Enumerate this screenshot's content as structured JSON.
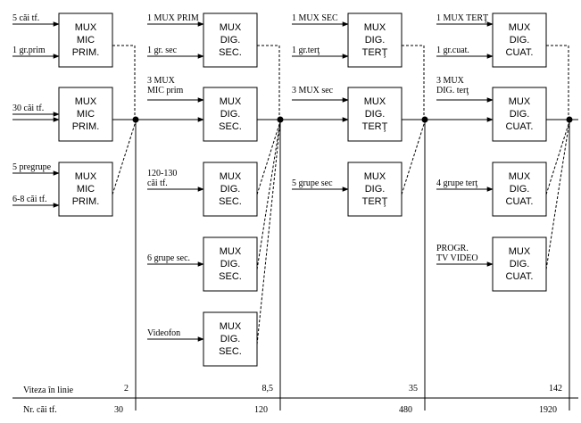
{
  "stages": [
    {
      "id": "stage-1",
      "column_number": "30",
      "speed": "2",
      "boxes": [
        {
          "line1": "MUX",
          "line2": "MIC",
          "line3": "PRIM.",
          "inputs": [
            "5 căi tf.",
            "1 gr.prim"
          ]
        },
        {
          "line1": "MUX",
          "line2": "MIC",
          "line3": "PRIM.",
          "inputs": [
            "30 căi tf."
          ]
        },
        {
          "line1": "MUX",
          "line2": "MIC",
          "line3": "PRIM.",
          "inputs": [
            "5 pregrupe",
            "6-8 căi tf."
          ]
        }
      ]
    },
    {
      "id": "stage-2",
      "column_number": "120",
      "speed": "8,5",
      "boxes": [
        {
          "line1": "MUX",
          "line2": "DIG.",
          "line3": "SEC.",
          "inputs": [
            "1 MUX PRIM",
            "1 gr. sec"
          ]
        },
        {
          "line1": "MUX",
          "line2": "DIG.",
          "line3": "SEC.",
          "inputs": [
            "3 MUX\nMIC prim"
          ]
        },
        {
          "line1": "MUX",
          "line2": "DIG.",
          "line3": "SEC.",
          "inputs": [
            "120-130\ncăi tf."
          ]
        },
        {
          "line1": "MUX",
          "line2": "DIG.",
          "line3": "SEC.",
          "inputs": [
            "6 grupe sec."
          ]
        },
        {
          "line1": "MUX",
          "line2": "DIG.",
          "line3": "SEC.",
          "inputs": [
            "Videofon"
          ]
        }
      ]
    },
    {
      "id": "stage-3",
      "column_number": "480",
      "speed": "35",
      "boxes": [
        {
          "line1": "MUX",
          "line2": "DIG.",
          "line3": "TERŢ",
          "inputs": [
            "1 MUX SEC",
            "1 gr.terţ"
          ]
        },
        {
          "line1": "MUX",
          "line2": "DIG.",
          "line3": "TERŢ",
          "inputs": [
            "3 MUX sec"
          ]
        },
        {
          "line1": "MUX",
          "line2": "DIG.",
          "line3": "TERŢ",
          "inputs": [
            "5 grupe sec"
          ]
        }
      ]
    },
    {
      "id": "stage-4",
      "column_number": "1920",
      "speed": "142",
      "boxes": [
        {
          "line1": "MUX",
          "line2": "DIG.",
          "line3": "CUAT.",
          "inputs": [
            "1 MUX TERŢ",
            "1 gr.cuat."
          ]
        },
        {
          "line1": "MUX",
          "line2": "DIG.",
          "line3": "CUAT.",
          "inputs": [
            "3 MUX\nDIG. terţ"
          ]
        },
        {
          "line1": "MUX",
          "line2": "DIG.",
          "line3": "CUAT.",
          "inputs": [
            "4 grupe terţ"
          ]
        },
        {
          "line1": "MUX",
          "line2": "DIG.",
          "line3": "CUAT.",
          "inputs": [
            "PROGR.\nTV VIDEO"
          ]
        }
      ]
    }
  ],
  "footer": {
    "speed_label": "Viteza în linie",
    "channels_label": "Nr. căi tf."
  }
}
